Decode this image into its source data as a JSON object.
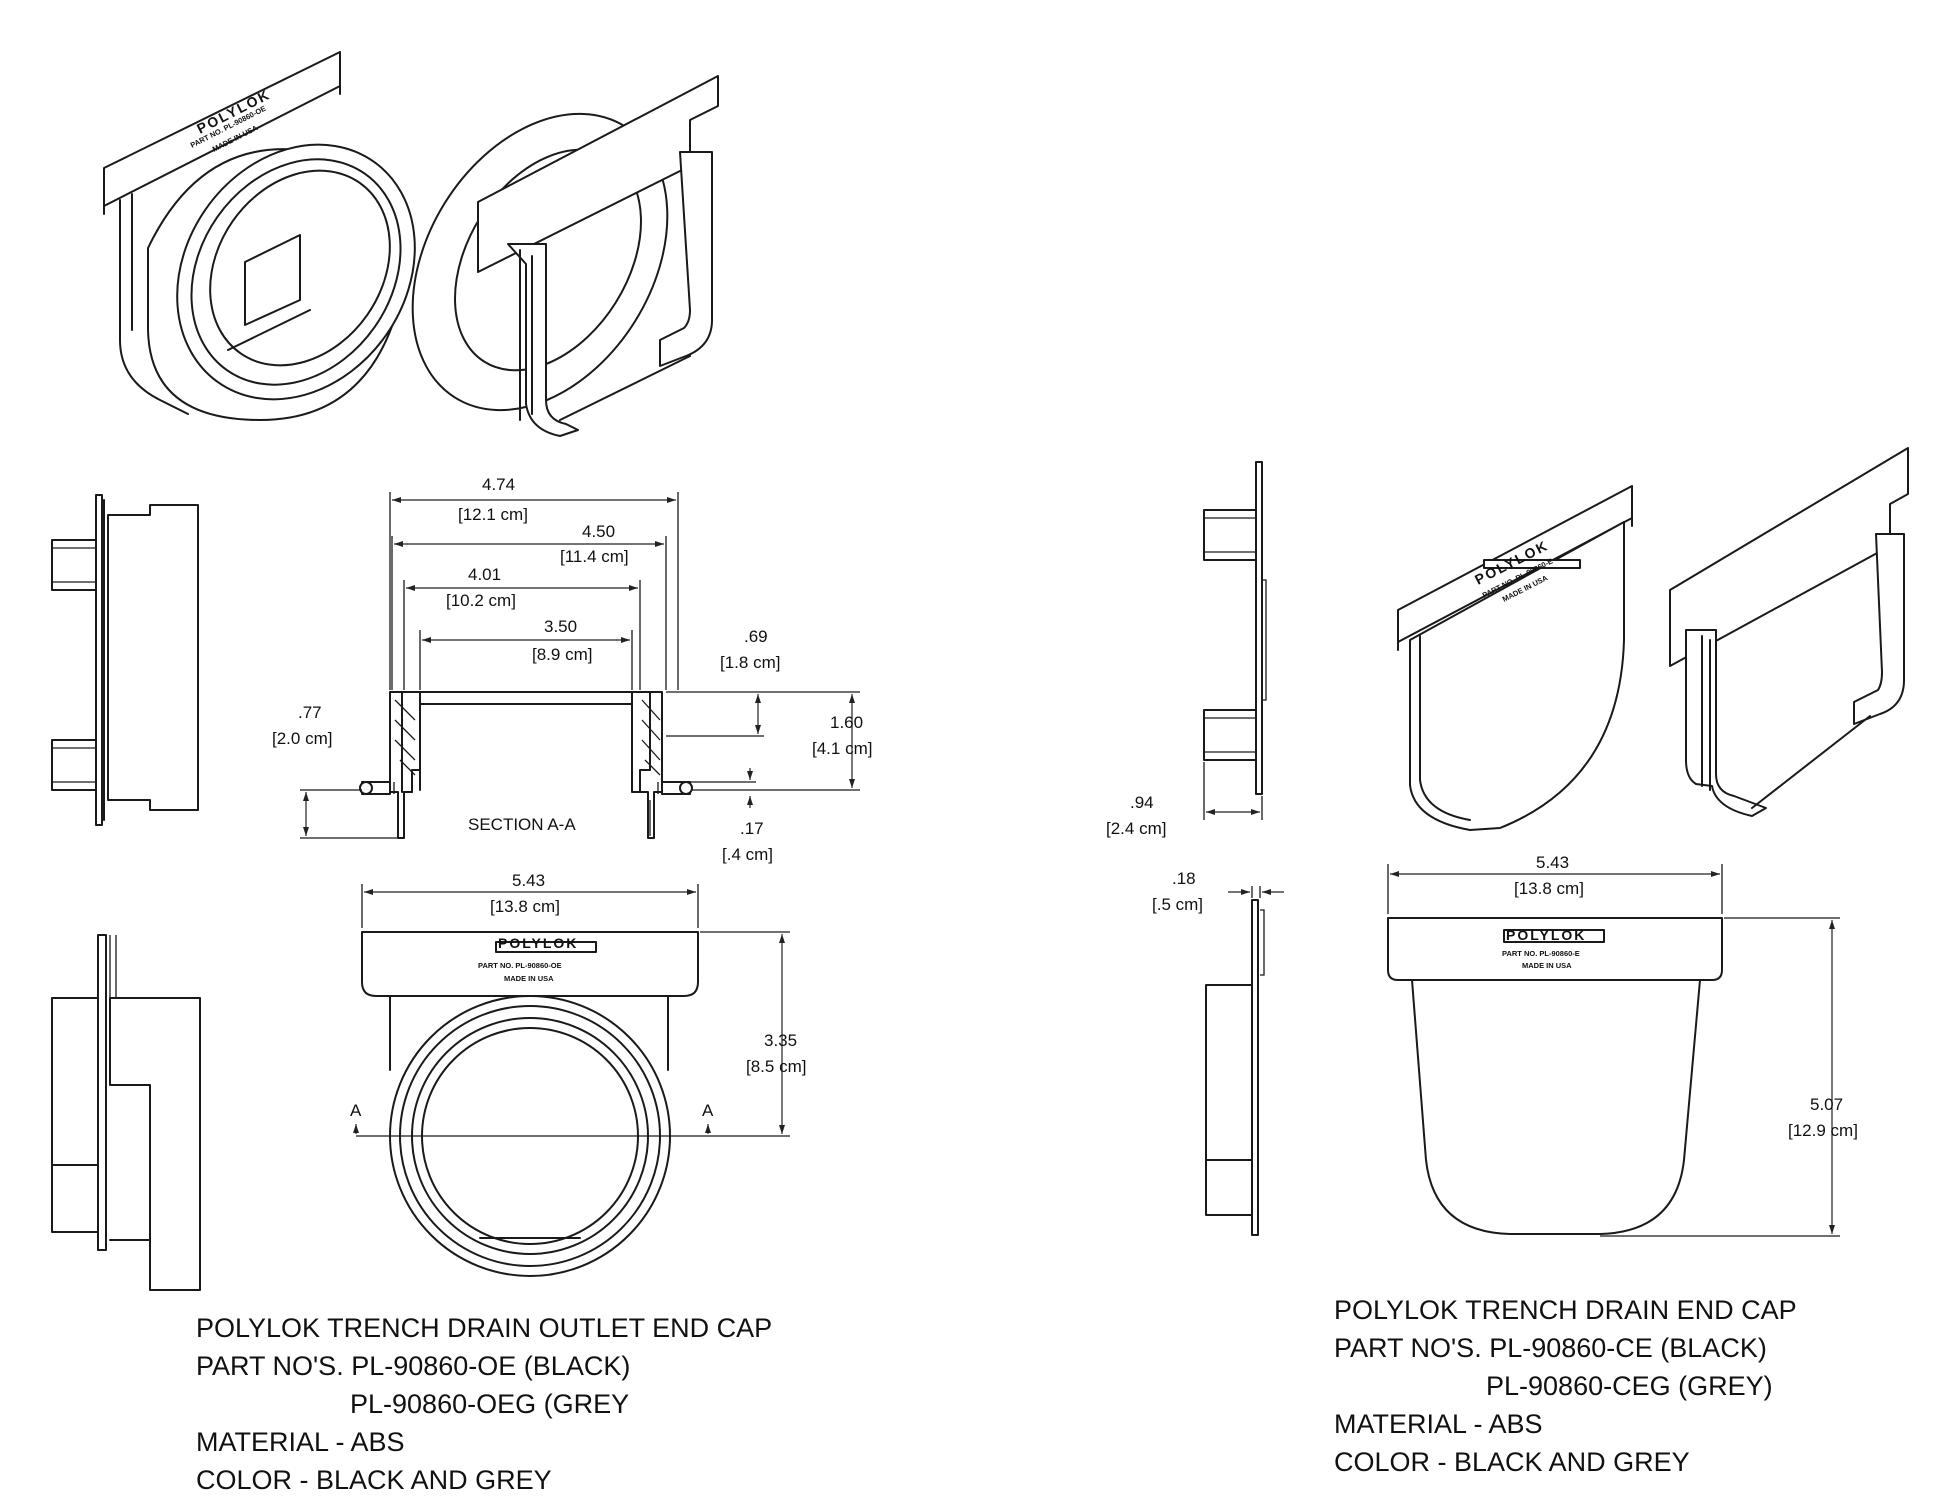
{
  "brand": {
    "logo": "POLYLOK",
    "part_no_outlet": "PART NO. PL-90860-OE",
    "part_no_cap": "PART NO. PL-90860-E",
    "made_in": "MADE IN USA"
  },
  "outlet_cap": {
    "dimensions": {
      "d474": "4.74",
      "d474_cm": "[12.1 cm]",
      "d450": "4.50",
      "d450_cm": "[11.4 cm]",
      "d401": "4.01",
      "d401_cm": "[10.2 cm]",
      "d350": "3.50",
      "d350_cm": "[8.9 cm]",
      "d069": ".69",
      "d069_cm": "[1.8 cm]",
      "d077": ".77",
      "d077_cm": "[2.0 cm]",
      "d160": "1.60",
      "d160_cm": "[4.1 cm]",
      "d017": ".17",
      "d017_cm": "[.4 cm]",
      "d543": "5.43",
      "d543_cm": "[13.8 cm]",
      "d335": "3.35",
      "d335_cm": "[8.5 cm]"
    },
    "section_label": "SECTION A-A",
    "section_mark": "A",
    "caption": [
      "POLYLOK TRENCH DRAIN OUTLET END CAP",
      "PART NO'S. PL-90860-OE (BLACK)",
      "PL-90860-OEG (GREY",
      "MATERIAL -  ABS",
      "COLOR - BLACK AND GREY"
    ]
  },
  "end_cap": {
    "dimensions": {
      "d094": ".94",
      "d094_cm": "[2.4 cm]",
      "d018": ".18",
      "d018_cm": "[.5 cm]",
      "d543": "5.43",
      "d543_cm": "[13.8 cm]",
      "d507": "5.07",
      "d507_cm": "[12.9 cm]"
    },
    "caption": [
      "POLYLOK TRENCH DRAIN END CAP",
      "PART NO'S. PL-90860-CE (BLACK)",
      "PL-90860-CEG (GREY)",
      "MATERIAL -  ABS",
      "COLOR - BLACK AND GREY"
    ]
  }
}
